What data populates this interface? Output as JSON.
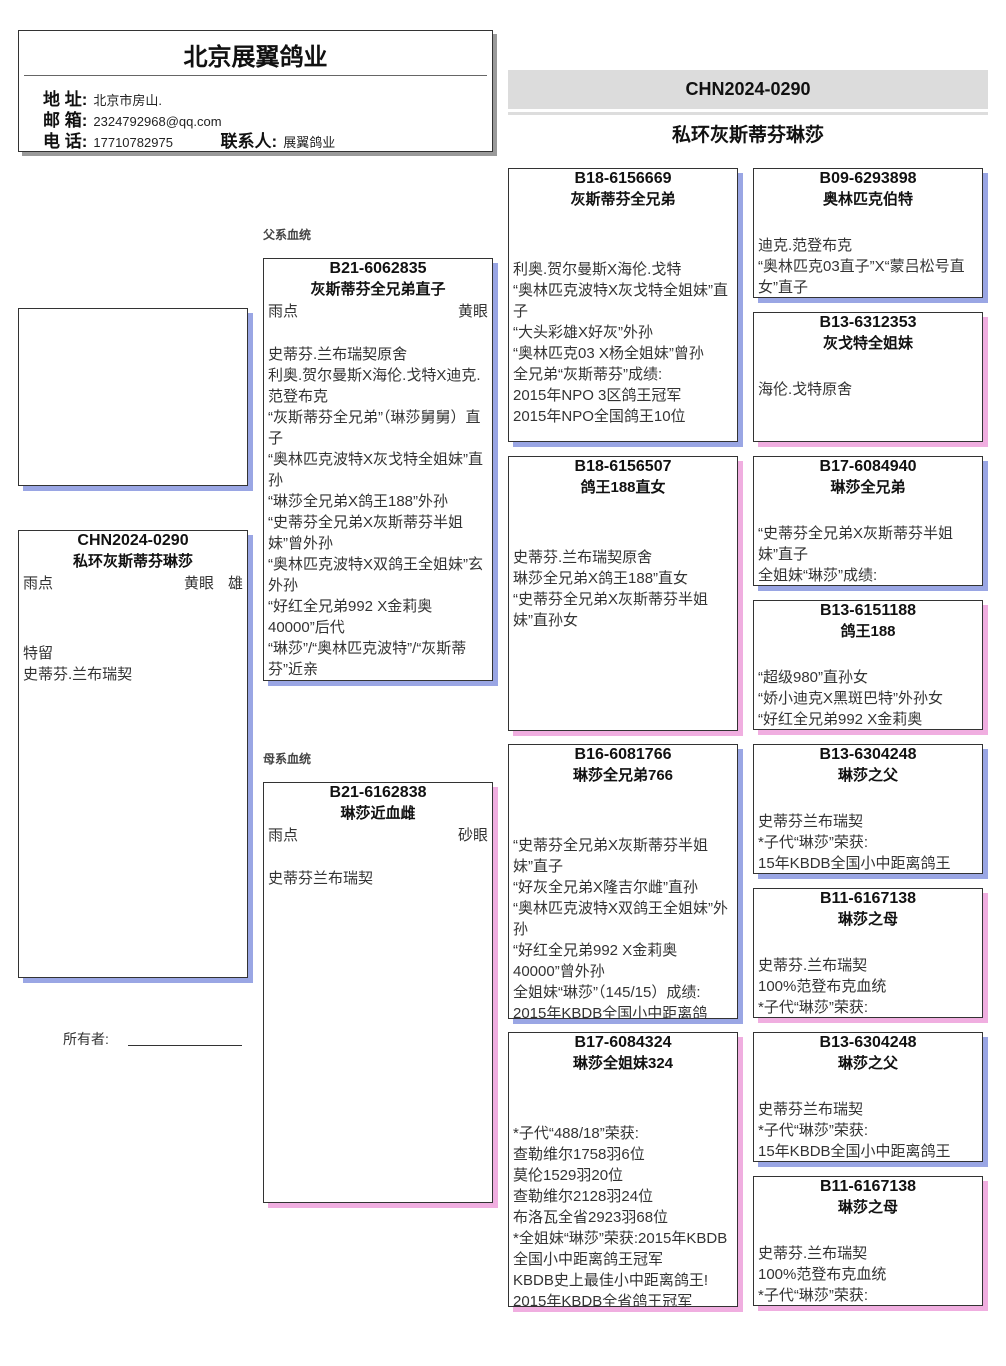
{
  "header": {
    "company": "北京展翼鸽业",
    "address_label": "地 址:",
    "address": "北京市房山.",
    "email_label": "邮 箱:",
    "email": "2324792968@qq.com",
    "phone_label": "电 话:",
    "phone": "17710782975",
    "contact_label": "联系人:",
    "contact": "展翼鸽业"
  },
  "pedigree_title": {
    "ring": "CHN2024-0290",
    "name": "私环灰斯蒂芬琳莎"
  },
  "labels": {
    "sire_line": "父系血统",
    "dam_line": "母系血统",
    "owner": "所有者:"
  },
  "colors": {
    "sire_shadow": "#9aa6e4",
    "dam_shadow": "#f0aee0"
  },
  "cards": {
    "subject": {
      "ring": "CHN2024-0290",
      "name": "私环灰斯蒂芬琳莎",
      "color": "雨点",
      "eye": "黄眼",
      "sex": "雄",
      "notes": [
        "",
        "",
        "特留",
        "史蒂芬.兰布瑞契"
      ]
    },
    "sire": {
      "ring": "B21-6062835",
      "name": "灰斯蒂芬全兄弟直子",
      "color": "雨点",
      "eye": "黄眼",
      "notes": [
        "",
        "史蒂芬.兰布瑞契原舍",
        "利奥.贺尔曼斯X海伦.戈特X迪克.范登布克",
        "“灰斯蒂芬全兄弟”（琳莎舅舅）直子",
        "“奥林匹克波特X灰戈特全姐妹”直孙",
        "“琳莎全兄弟X鸽王188”外孙",
        "“史蒂芬全兄弟X灰斯蒂芬半姐妹”曾外孙",
        "“奥林匹克波特X双鸽王全姐妹”玄外孙",
        "“好红全兄弟992 X金莉奥40000”后代",
        "“琳莎”/“奥林匹克波特”/“灰斯蒂芬”近亲"
      ]
    },
    "dam": {
      "ring": "B21-6162838",
      "name": "琳莎近血雌",
      "color": "雨点",
      "eye": "砂眼",
      "notes": [
        "",
        "史蒂芬兰布瑞契"
      ]
    },
    "ss": {
      "ring": "B18-6156669",
      "name": "灰斯蒂芬全兄弟",
      "notes": [
        "利奥.贺尔曼斯X海伦.戈特",
        "“奥林匹克波特X灰戈特全姐妹”直子",
        "“大头彩雄X好灰”外孙",
        "“奥林匹克03 X杨全姐妹”曾孙",
        "全兄弟“灰斯蒂芬”成绩:",
        "2015年NPO 3区鸽王冠军",
        "2015年NPO全国鸽王10位"
      ]
    },
    "sd": {
      "ring": "B18-6156507",
      "name": "鸽王188直女",
      "notes": [
        "史蒂芬.兰布瑞契原舍",
        "琳莎全兄弟X鸽王188”直女",
        "“史蒂芬全兄弟X灰斯蒂芬半姐妹”直孙女"
      ]
    },
    "ds": {
      "ring": "B16-6081766",
      "name": "琳莎全兄弟766",
      "notes": [
        "“史蒂芬全兄弟X灰斯蒂芬半姐妹”直子",
        "“好灰全兄弟X隆吉尔雌”直孙",
        "“奥林匹克波特X双鸽王全姐妹”外孙",
        "“好红全兄弟992 X金莉奥40000”曾外孙",
        "全姐妹“琳莎”（145/15）成绩:",
        "2015年KBDB全国小中距离鸽"
      ]
    },
    "dd": {
      "ring": "B17-6084324",
      "name": "琳莎全姐妹324",
      "notes": [
        "*子代“488/18”荣获:",
        "查勒维尔1758羽6位",
        "莫伦1529羽20位",
        "查勒维尔2128羽24位",
        "布洛瓦全省2923羽68位",
        "*全姐妹“琳莎”荣获:2015年KBDB全国小中距离鸽王冠军",
        "KBDB史上最佳小中距离鸽王!",
        "2015年KBDB全省鸽王冠军"
      ]
    },
    "sss": {
      "ring": "B09-6293898",
      "name": "奥林匹克伯特",
      "notes": [
        "迪克.范登布克",
        "“奥林匹克03直子”X“蒙吕松号直女”直子"
      ]
    },
    "ssd": {
      "ring": "B13-6312353",
      "name": "灰戈特全姐妹",
      "notes": [
        "海伦.戈特原舍"
      ]
    },
    "sds": {
      "ring": "B17-6084940",
      "name": "琳莎全兄弟",
      "notes": [
        "“史蒂芬全兄弟X灰斯蒂芬半姐妹”直子",
        "全姐妹“琳莎”成绩:"
      ]
    },
    "sdd": {
      "ring": "B13-6151188",
      "name": "鸽王188",
      "notes": [
        "“超级980”直孙女",
        "“娇小迪克X黑斑巴特”外孙女",
        "“好红全兄弟992 X金莉奥"
      ]
    },
    "dss": {
      "ring": "B13-6304248",
      "name": "琳莎之父",
      "notes": [
        "史蒂芬兰布瑞契",
        "*子代“琳莎”荣获:",
        "15年KBDB全国小中距离鸽王"
      ]
    },
    "dsd": {
      "ring": "B11-6167138",
      "name": "琳莎之母",
      "notes": [
        "史蒂芬.兰布瑞契",
        "100%范登布克血统",
        "*子代“琳莎”荣获:"
      ]
    },
    "dds": {
      "ring": "B13-6304248",
      "name": "琳莎之父",
      "notes": [
        "史蒂芬兰布瑞契",
        "*子代“琳莎”荣获:",
        "15年KBDB全国小中距离鸽王"
      ]
    },
    "ddd": {
      "ring": "B11-6167138",
      "name": "琳莎之母",
      "notes": [
        "史蒂芬.兰布瑞契",
        "100%范登布克血统",
        "*子代“琳莎”荣获:"
      ]
    }
  }
}
